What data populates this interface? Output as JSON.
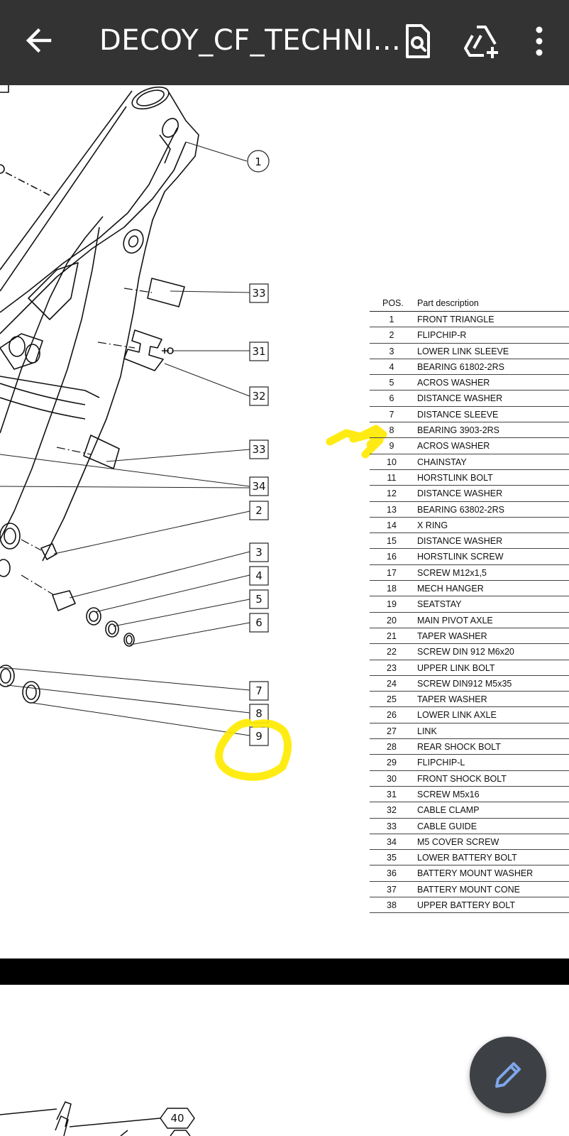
{
  "appbar": {
    "title": "DECOY_CF_TECHNI...",
    "back_icon": "arrow-left-icon",
    "actions": [
      "search-document-icon",
      "add-to-drive-icon",
      "more-vert-icon"
    ]
  },
  "drawing": {
    "callouts_round": [
      "1",
      "40"
    ],
    "callouts_square": [
      "33",
      "31",
      "32",
      "33",
      "34",
      "2",
      "3",
      "4",
      "5",
      "6",
      "7",
      "8",
      "9"
    ],
    "highlight_color": "#ffea00"
  },
  "parts_table": {
    "headers": {
      "pos": "POS.",
      "desc": "Part description"
    },
    "rows": [
      {
        "pos": "1",
        "desc": "FRONT TRIANGLE"
      },
      {
        "pos": "2",
        "desc": "FLIPCHIP-R"
      },
      {
        "pos": "3",
        "desc": "LOWER LINK SLEEVE"
      },
      {
        "pos": "4",
        "desc": "BEARING 61802-2RS"
      },
      {
        "pos": "5",
        "desc": "ACROS WASHER"
      },
      {
        "pos": "6",
        "desc": "DISTANCE WASHER"
      },
      {
        "pos": "7",
        "desc": "DISTANCE SLEEVE"
      },
      {
        "pos": "8",
        "desc": "BEARING 3903-2RS"
      },
      {
        "pos": "9",
        "desc": "ACROS WASHER"
      },
      {
        "pos": "10",
        "desc": "CHAINSTAY"
      },
      {
        "pos": "11",
        "desc": "HORSTLINK BOLT"
      },
      {
        "pos": "12",
        "desc": "DISTANCE WASHER"
      },
      {
        "pos": "13",
        "desc": "BEARING 63802-2RS"
      },
      {
        "pos": "14",
        "desc": "X RING"
      },
      {
        "pos": "15",
        "desc": "DISTANCE WASHER"
      },
      {
        "pos": "16",
        "desc": "HORSTLINK SCREW"
      },
      {
        "pos": "17",
        "desc": "SCREW M12x1,5"
      },
      {
        "pos": "18",
        "desc": "MECH HANGER"
      },
      {
        "pos": "19",
        "desc": "SEATSTAY"
      },
      {
        "pos": "20",
        "desc": "MAIN PIVOT AXLE"
      },
      {
        "pos": "21",
        "desc": "TAPER WASHER"
      },
      {
        "pos": "22",
        "desc": "SCREW DIN 912 M6x20"
      },
      {
        "pos": "23",
        "desc": "UPPER LINK BOLT"
      },
      {
        "pos": "24",
        "desc": "SCREW DIN912 M5x35"
      },
      {
        "pos": "25",
        "desc": "TAPER WASHER"
      },
      {
        "pos": "26",
        "desc": "LOWER LINK AXLE"
      },
      {
        "pos": "27",
        "desc": "LINK"
      },
      {
        "pos": "28",
        "desc": "REAR SHOCK BOLT"
      },
      {
        "pos": "29",
        "desc": "FLIPCHIP-L"
      },
      {
        "pos": "30",
        "desc": "FRONT SHOCK BOLT"
      },
      {
        "pos": "31",
        "desc": "SCREW M5x16"
      },
      {
        "pos": "32",
        "desc": "CABLE CLAMP"
      },
      {
        "pos": "33",
        "desc": "CABLE GUIDE"
      },
      {
        "pos": "34",
        "desc": "M5 COVER SCREW"
      },
      {
        "pos": "35",
        "desc": "LOWER BATTERY BOLT"
      },
      {
        "pos": "36",
        "desc": "BATTERY MOUNT WASHER"
      },
      {
        "pos": "37",
        "desc": "BATTERY MOUNT CONE"
      },
      {
        "pos": "38",
        "desc": "UPPER BATTERY BOLT"
      }
    ]
  },
  "fab": {
    "icon": "pencil-edit-icon"
  }
}
